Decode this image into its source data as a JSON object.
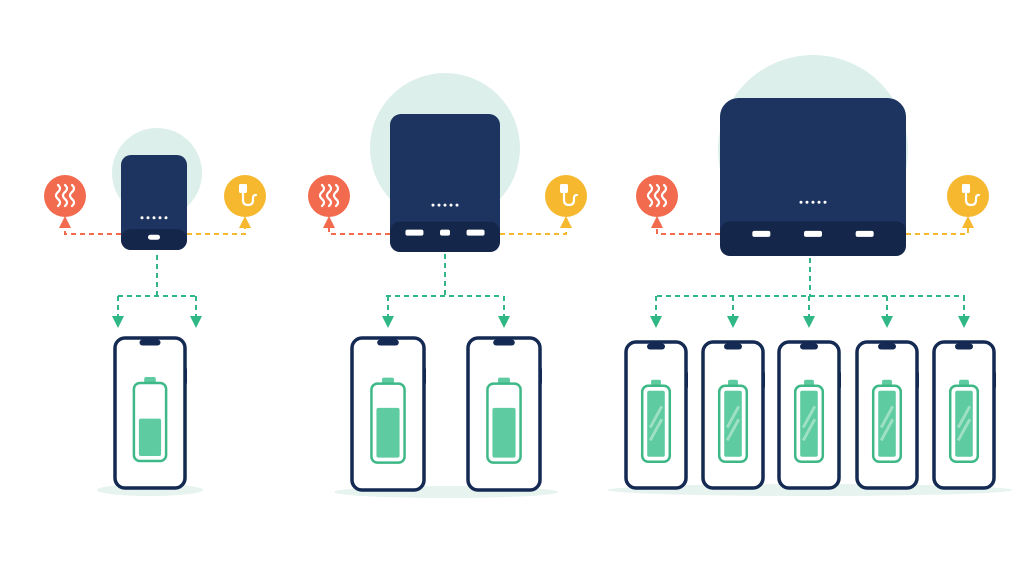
{
  "colors": {
    "background": "#ffffff",
    "bank_body": "#1d3461",
    "bank_dark": "#14264a",
    "halo": "#dcefea",
    "heat": "#f26b4f",
    "plug": "#f5b82e",
    "flow": "#2fb885",
    "phone_frame": "#142a52",
    "phone_screen": "#ffffff",
    "battery": "#5ecba1",
    "battery_outline": "#3fb888",
    "shadow": "#e6f3ef"
  },
  "icons": {
    "heat": "heat-waves-icon",
    "plug": "usb-cable-plug-icon",
    "battery": "battery-level-icon"
  },
  "scenarios": [
    {
      "id": "small",
      "ports": 1,
      "devices": 1,
      "charge_level": 0.55
    },
    {
      "id": "medium",
      "ports": 3,
      "devices": 2,
      "charge_level": 0.72
    },
    {
      "id": "large",
      "ports": 3,
      "devices": 5,
      "charge_level": 1.0
    }
  ]
}
